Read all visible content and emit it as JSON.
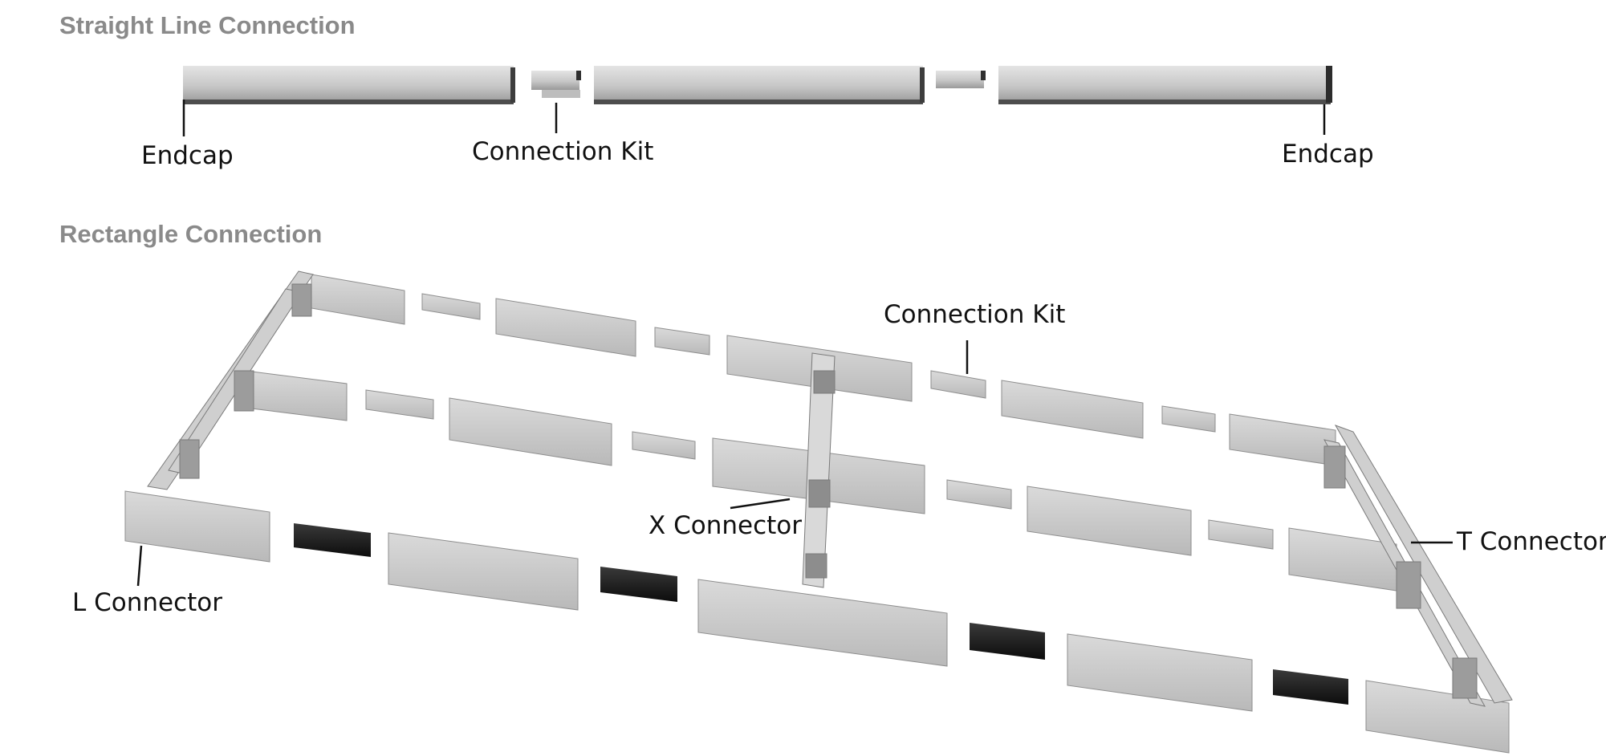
{
  "sections": {
    "straight": {
      "title": "Straight Line Connection",
      "labels": {
        "endcap_left": "Endcap",
        "connection_kit": "Connection Kit",
        "endcap_right": "Endcap"
      }
    },
    "rectangle": {
      "title": "Rectangle Connection",
      "labels": {
        "connection_kit": "Connection Kit",
        "x_connector": "X Connector",
        "t_connector": "T Connector",
        "l_connector": "L Connector"
      }
    }
  },
  "colors": {
    "section_title": "#8a8a8a",
    "label_text": "#111111",
    "profile_face": "#c9c9c9",
    "profile_top": "#e6e6e6",
    "profile_edge": "#5a5a5a",
    "diffuser_dark": "#1a1a1a"
  }
}
